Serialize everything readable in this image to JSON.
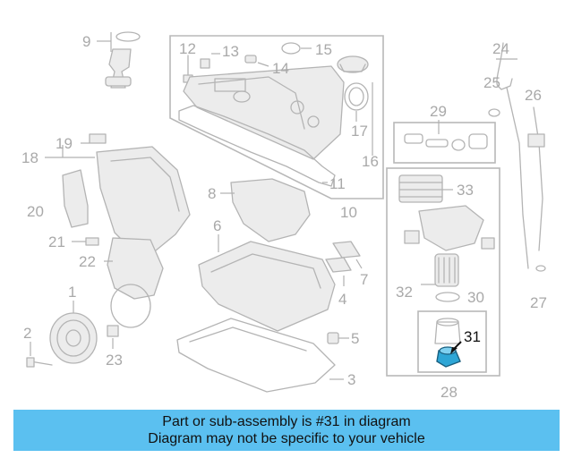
{
  "diagram": {
    "highlight_part": "31",
    "highlight_color": "#2ea6d6",
    "labels": {
      "p1": "1",
      "p2": "2",
      "p3": "3",
      "p4": "4",
      "p5": "5",
      "p6": "6",
      "p7": "7",
      "p8": "8",
      "p9": "9",
      "p10": "10",
      "p11": "11",
      "p12": "12",
      "p13": "13",
      "p14": "14",
      "p15": "15",
      "p16": "16",
      "p17": "17",
      "p18": "18",
      "p19": "19",
      "p20": "20",
      "p21": "21",
      "p22": "22",
      "p23": "23",
      "p24": "24",
      "p25": "25",
      "p26": "26",
      "p27": "27",
      "p28": "28",
      "p29": "29",
      "p30": "30",
      "p31": "31",
      "p32": "32",
      "p33": "33"
    }
  },
  "banner": {
    "background": "#5bc0f0",
    "line1": "Part or sub-assembly is #31 in diagram",
    "line2": "Diagram may not be specific to your vehicle"
  }
}
